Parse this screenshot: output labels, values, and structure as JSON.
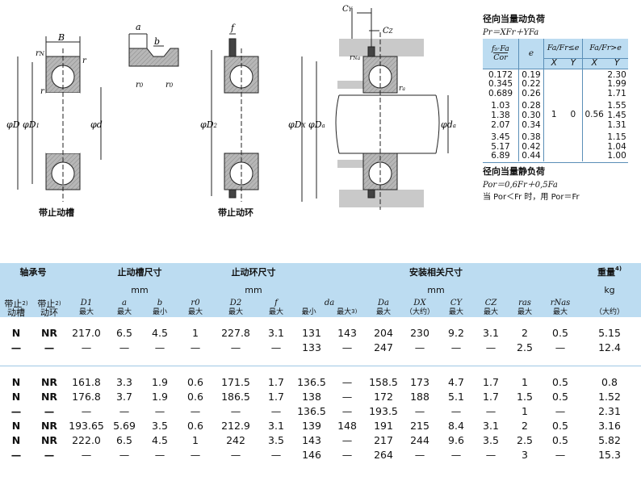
{
  "captions": {
    "groove": "带止动槽",
    "ring": "带止动环"
  },
  "drawing_labels": {
    "B": "B",
    "r": "r",
    "rN": "r",
    "rN_sub": "N",
    "D": "φD",
    "D1": "φD",
    "D1_sub": "1",
    "d": "φd",
    "a": "a",
    "b": "b",
    "r0": "r",
    "r0_sub": "0",
    "f": "f",
    "D2": "φD",
    "D2_sub": "2",
    "CY": "C",
    "CY_sub": "Y",
    "CZ": "C",
    "CZ_sub": "Z",
    "rNa": "r",
    "rNa_sub": "Na",
    "ra": "r",
    "ra_sub": "a",
    "DX": "φD",
    "DX_sub": "X",
    "Da": "φD",
    "Da_sub": "a",
    "da": "φd",
    "da_sub": "a"
  },
  "load": {
    "dyn_title": "径向当量动负荷",
    "dyn_formula": "Pr＝XFr＋YFa",
    "col_f0": "f₀·Fa",
    "col_cor": "Cor",
    "col_e": "e",
    "col_le": "Fa/Fr≤e",
    "col_gt": "Fa/Fr>e",
    "x": "X",
    "y": "Y",
    "ratio": [
      "0.172",
      "0.345",
      "0.689",
      "1.03",
      "1.38",
      "2.07",
      "3.45",
      "5.17",
      "6.89"
    ],
    "e": [
      "0.19",
      "0.22",
      "0.26",
      "0.28",
      "0.30",
      "0.34",
      "0.38",
      "0.42",
      "0.44"
    ],
    "y2": [
      "2.30",
      "1.99",
      "1.71",
      "1.55",
      "1.45",
      "1.31",
      "1.15",
      "1.04",
      "1.00"
    ],
    "x1": "1",
    "y1": "0",
    "x2": "0.56",
    "stat_title": "径向当量静负荷",
    "stat_formula": "Por＝0,6Fr＋0,5Fa",
    "stat_note": "当 Por＜Fr 时，用 Por＝Fr"
  },
  "table": {
    "groups": {
      "bearing": "轴承号",
      "groove_dim": "止动槽尺寸",
      "ring_dim": "止动环尺寸",
      "mount": "安装相关尺寸",
      "weight": "重量"
    },
    "weight_note": "4)",
    "units": {
      "mm": "mm",
      "kg": "kg"
    },
    "sub": {
      "with_groove": "带止",
      "groove": "动槽",
      "with_ring": "带止",
      "ring": "动环",
      "note2": "2)",
      "D1": "D1",
      "a": "a",
      "b": "b",
      "r0": "r0",
      "D2": "D2",
      "f": "f",
      "da": "da",
      "Da": "Da",
      "DX": "DX",
      "CY": "CY",
      "CZ": "CZ",
      "ras": "ras",
      "rNas": "rNas",
      "max": "最大",
      "min": "最小",
      "approx": "（大约）",
      "note3": "3)"
    },
    "rows": [
      [
        "N",
        "NR",
        "217.0",
        "6.5",
        "4.5",
        "1",
        "227.8",
        "3.1",
        "131",
        "143",
        "204",
        "230",
        "9.2",
        "3.1",
        "2",
        "0.5",
        "5.15"
      ],
      [
        "—",
        "—",
        "—",
        "—",
        "—",
        "—",
        "—",
        "—",
        "133",
        "—",
        "247",
        "—",
        "—",
        "—",
        "2.5",
        "—",
        "12.4"
      ],
      [
        "N",
        "NR",
        "161.8",
        "3.3",
        "1.9",
        "0.6",
        "171.5",
        "1.7",
        "136.5",
        "—",
        "158.5",
        "173",
        "4.7",
        "1.7",
        "1",
        "0.5",
        "0.8"
      ],
      [
        "N",
        "NR",
        "176.8",
        "3.7",
        "1.9",
        "0.6",
        "186.5",
        "1.7",
        "138",
        "—",
        "172",
        "188",
        "5.1",
        "1.7",
        "1.5",
        "0.5",
        "1.52"
      ],
      [
        "—",
        "—",
        "—",
        "—",
        "—",
        "—",
        "—",
        "—",
        "136.5",
        "—",
        "193.5",
        "—",
        "—",
        "—",
        "1",
        "—",
        "2.31"
      ],
      [
        "N",
        "NR",
        "193.65",
        "5.69",
        "3.5",
        "0.6",
        "212.9",
        "3.1",
        "139",
        "148",
        "191",
        "215",
        "8.4",
        "3.1",
        "2",
        "0.5",
        "3.16"
      ],
      [
        "N",
        "NR",
        "222.0",
        "6.5",
        "4.5",
        "1",
        "242",
        "3.5",
        "143",
        "—",
        "217",
        "244",
        "9.6",
        "3.5",
        "2.5",
        "0.5",
        "5.82"
      ],
      [
        "—",
        "—",
        "—",
        "—",
        "—",
        "—",
        "—",
        "—",
        "146",
        "—",
        "264",
        "—",
        "—",
        "—",
        "3",
        "—",
        "15.3"
      ]
    ]
  }
}
